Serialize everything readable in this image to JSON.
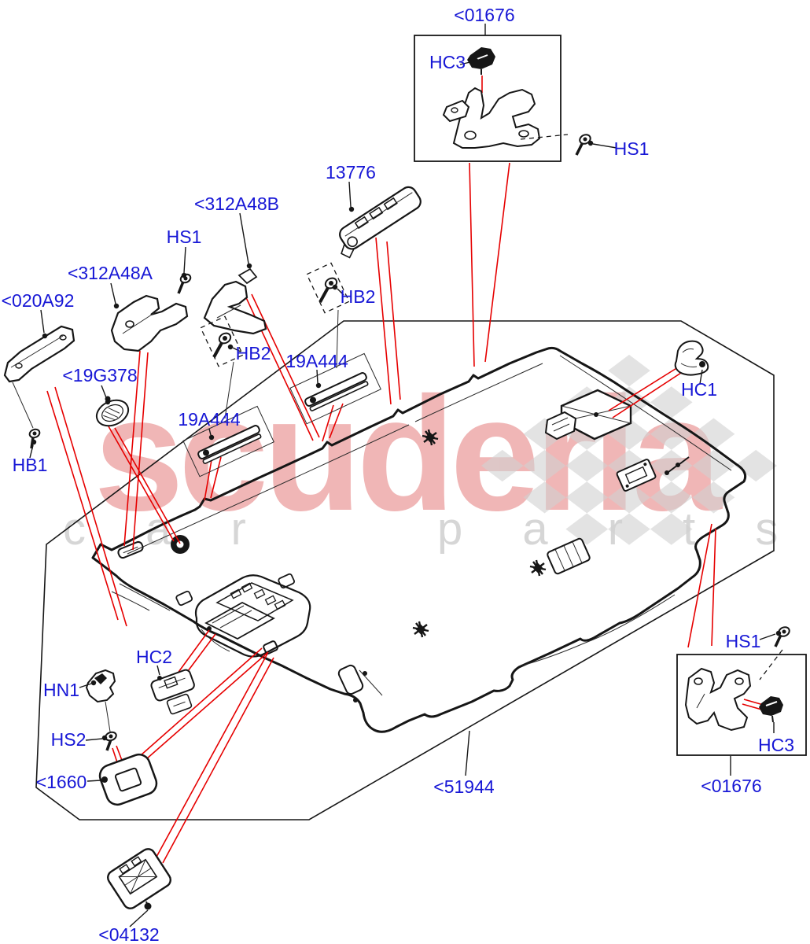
{
  "watermark": {
    "brand": "scuderia",
    "tagline_left": "c a r",
    "tagline_right": "p a r t s"
  },
  "labels": {
    "p01676_top": "<01676",
    "hc3_top": "HC3",
    "hs1_top": "HS1",
    "p13776": "13776",
    "p312a48b": "<312A48B",
    "hs1_left": "HS1",
    "p312a48a": "<312A48A",
    "p020a92": "<020A92",
    "hb2_right": "HB2",
    "hb2_left": "HB2",
    "p19a444_r": "19A444",
    "p19a444_l": "19A444",
    "p19g378": "<19G378",
    "hb1": "HB1",
    "hc1": "HC1",
    "hc2": "HC2",
    "hn1": "HN1",
    "hs2": "HS2",
    "p1660": "<1660",
    "p04132": "<04132",
    "p51944": "<51944",
    "hs1_bottom": "HS1",
    "hc3_bottom": "HC3",
    "p01676_bottom": "<01676"
  },
  "colors": {
    "label_blue": "#1717d6",
    "leader_red": "#e60000",
    "line_black": "#161616",
    "watermark_pink": "#f0b6b6",
    "watermark_gray": "#d6d6d6",
    "checker_gray": "#d2d2d2"
  }
}
